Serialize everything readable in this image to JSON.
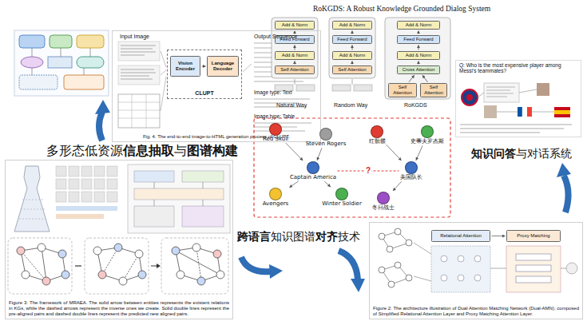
{
  "diagram": {
    "nodes": [
      {
        "text": [
          "Fig. 4. The end-to-end image-to-HTML generation process of CLUPT."
        ]
      },
      {
        "text": [
          "CLUPT"
        ],
        "in": 0
      },
      {
        "text": [
          "Vision Encoder"
        ],
        "in": 1
      },
      {
        "text": [
          "Language Decoder"
        ],
        "in": 1
      },
      {
        "text": [
          "Add & Norm"
        ]
      },
      {
        "text": [
          "Feed Forward"
        ]
      },
      {
        "text": [
          "Add & Norm"
        ]
      },
      {
        "text": [
          "Self Attention"
        ]
      },
      {
        "text": [
          "Add & Norm"
        ]
      },
      {
        "text": [
          "Feed Forward"
        ]
      },
      {
        "text": [
          "Add & Norm"
        ]
      },
      {
        "text": [
          "Self Attention"
        ]
      },
      {
        "text": [
          "Add & Norm"
        ]
      },
      {
        "text": [
          "Feed Forward"
        ]
      },
      {
        "text": [
          "Add & Norm"
        ]
      },
      {
        "text": [
          "Cross Attention"
        ]
      },
      {
        "text": [
          "Self Attention"
        ]
      },
      {
        "text": [
          "Self Attention"
        ]
      },
      {
        "text": [
          "Red Skull"
        ]
      },
      {
        "text": [
          "Steven Rogers"
        ]
      },
      {
        "text": [
          "Captain America"
        ]
      },
      {
        "text": [
          "Avengers"
        ]
      },
      {
        "text": [
          "Winter Soldier"
        ]
      },
      {
        "text": [
          "红骷髅"
        ]
      },
      {
        "text": [
          "史蒂夫罗杰斯"
        ]
      },
      {
        "text": [
          "美国队长"
        ]
      },
      {
        "text": [
          "冬日战士"
        ]
      },
      {
        "text": [
          "Q: Who is the most expensive player among Messi's teammates?"
        ]
      },
      {
        "text": [
          "Figure 3: The framework of MRAEA. The solid arrow between entities represents the existent relations in KGs, while the dashed arrows represent the inverse ones we create. Solid double lines represent the pre-aligned pairs and dashed double lines represent the predicted new aligned pairs."
        ]
      },
      {
        "text": [
          "Figure 2: The architecture illustration of Dual Attention Matching Network (Dual-AMN), composed of Simplified Relational Attention Layer and Proxy Matching Attention Layer."
        ]
      },
      {
        "text": [
          "Relational Attention"
        ],
        "in": 29
      },
      {
        "text": [
          "Proxy Matching"
        ],
        "in": 29
      }
    ],
    "edges": [
      {
        "from": 2,
        "to": 3,
        "arrow": "to"
      },
      {
        "from": 7,
        "to": 6,
        "arrow": "to"
      },
      {
        "from": 6,
        "to": 5,
        "arrow": "to"
      },
      {
        "from": 5,
        "to": 4,
        "arrow": "to"
      },
      {
        "from": 11,
        "to": 10,
        "arrow": "to"
      },
      {
        "from": 10,
        "to": 9,
        "arrow": "to"
      },
      {
        "from": 9,
        "to": 8,
        "arrow": "to"
      },
      {
        "from": 15,
        "to": 14,
        "arrow": "to"
      },
      {
        "from": 14,
        "to": 13,
        "arrow": "to"
      },
      {
        "from": 13,
        "to": 12,
        "arrow": "to"
      },
      {
        "from": 16,
        "to": 15,
        "arrow": "to"
      },
      {
        "from": 17,
        "to": 15,
        "arrow": "to"
      },
      {
        "from": 18,
        "to": 20,
        "arrow": "to"
      },
      {
        "from": 19,
        "to": 20,
        "arrow": "to"
      },
      {
        "from": 20,
        "to": 21,
        "arrow": "to"
      },
      {
        "from": 20,
        "to": 22,
        "arrow": "to"
      },
      {
        "from": 23,
        "to": 25,
        "arrow": "to"
      },
      {
        "from": 24,
        "to": 25,
        "arrow": "to"
      },
      {
        "from": 25,
        "to": 26,
        "arrow": "to"
      },
      {
        "from": 20,
        "to": 25,
        "label": "?",
        "arrow": "none"
      },
      {
        "from": 30,
        "to": 31,
        "arrow": "to"
      }
    ],
    "labels": [
      "RoKGDS: A Robust Knowledge Grounded Dialog System",
      "Input Image",
      "Output Sequence",
      "Image type: Text",
      "Image type: Table",
      "Natural Way",
      "Random Way",
      "RoKGDS",
      "多形态低资源",
      "信息抽取",
      "与",
      "图谱构建",
      "知识问答",
      "与对话系统",
      "跨语言",
      "知识图谱",
      "对齐",
      "技术"
    ]
  }
}
